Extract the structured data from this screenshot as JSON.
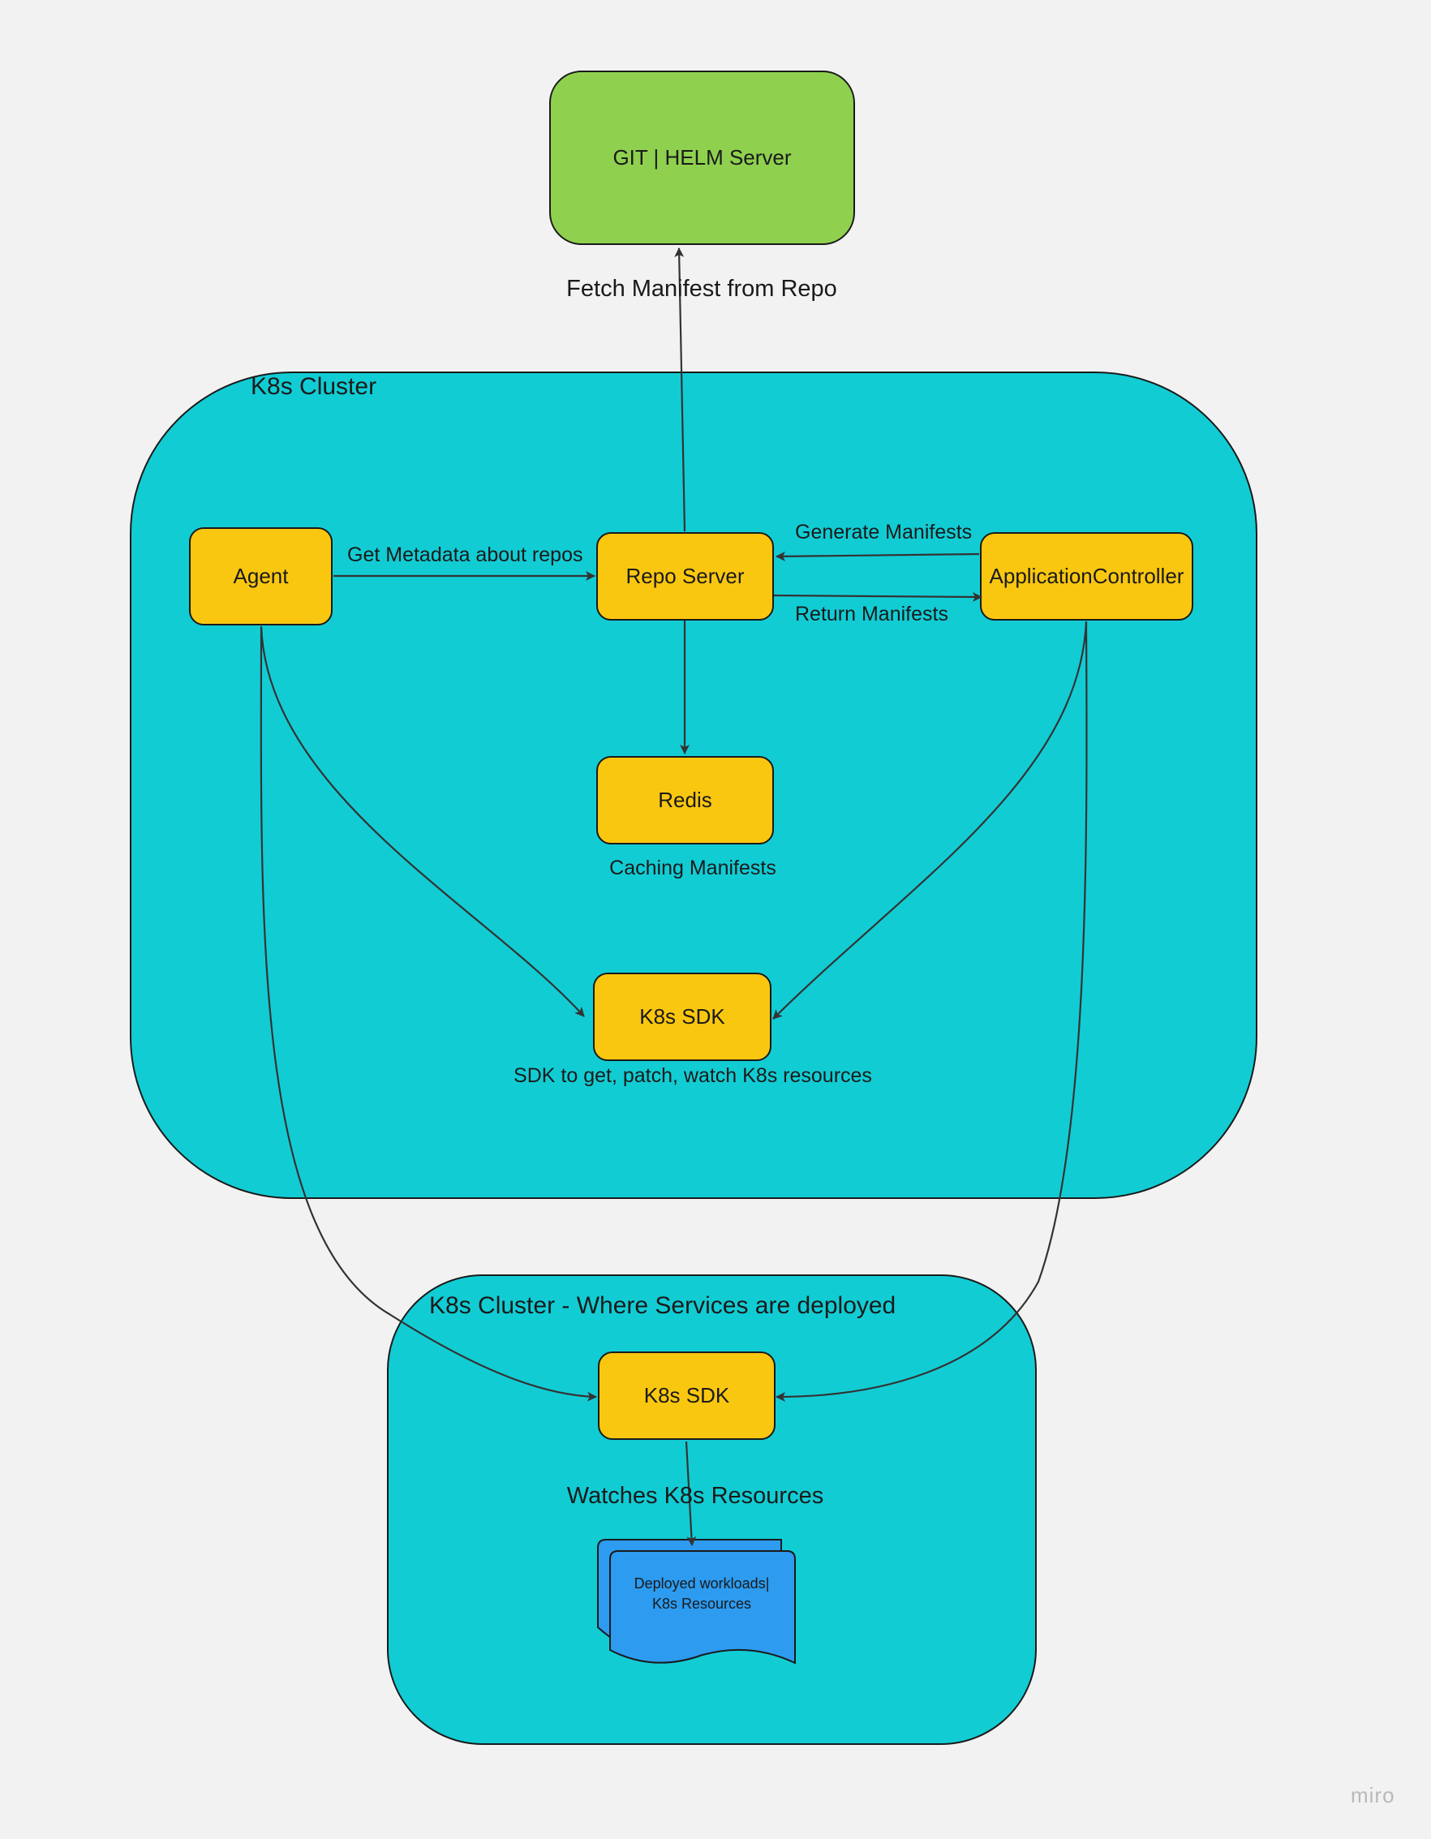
{
  "clusters": {
    "main_title": "K8s Cluster",
    "deploy_title": "K8s Cluster - Where Services are deployed"
  },
  "nodes": {
    "git_helm": "GIT | HELM Server",
    "agent": "Agent",
    "repo_server": "Repo Server",
    "app_controller": "ApplicationController",
    "redis": "Redis",
    "sdk_main": "K8s SDK",
    "sdk_deploy": "K8s SDK",
    "workloads_line1": "Deployed workloads|",
    "workloads_line2": "K8s Resources"
  },
  "labels": {
    "fetch": "Fetch Manifest from Repo",
    "get_metadata": "Get Metadata about repos",
    "generate": "Generate Manifests",
    "return": "Return Manifests",
    "caching": "Caching Manifests",
    "sdk_desc": "SDK to get, patch, watch K8s resources",
    "watches": "Watches K8s Resources"
  },
  "watermark": "miro",
  "colors": {
    "background": "#f2f2f2",
    "cluster": "#12ccd4",
    "component": "#fac710",
    "source": "#8fd14f",
    "document": "#2d9bf0",
    "stroke": "#1a1a1a"
  }
}
